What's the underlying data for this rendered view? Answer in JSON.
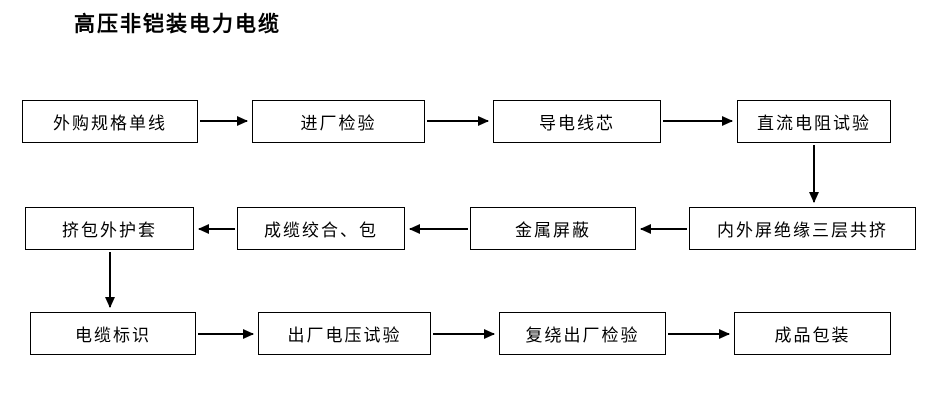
{
  "title": "高压非铠装电力电缆",
  "flow": {
    "row1": [
      "外购规格单线",
      "进厂检验",
      "导电线芯",
      "直流电阻试验"
    ],
    "row2": [
      "内外屏绝缘三层共挤",
      "金属屏蔽",
      "成缆绞合、包",
      "挤包外护套"
    ],
    "row3": [
      "电缆标识",
      "出厂电压试验",
      "复绕出厂检验",
      "成品包装"
    ]
  },
  "colors": {
    "background": "#ffffff",
    "box_border": "#000000",
    "text": "#000000",
    "arrow": "#000000"
  }
}
